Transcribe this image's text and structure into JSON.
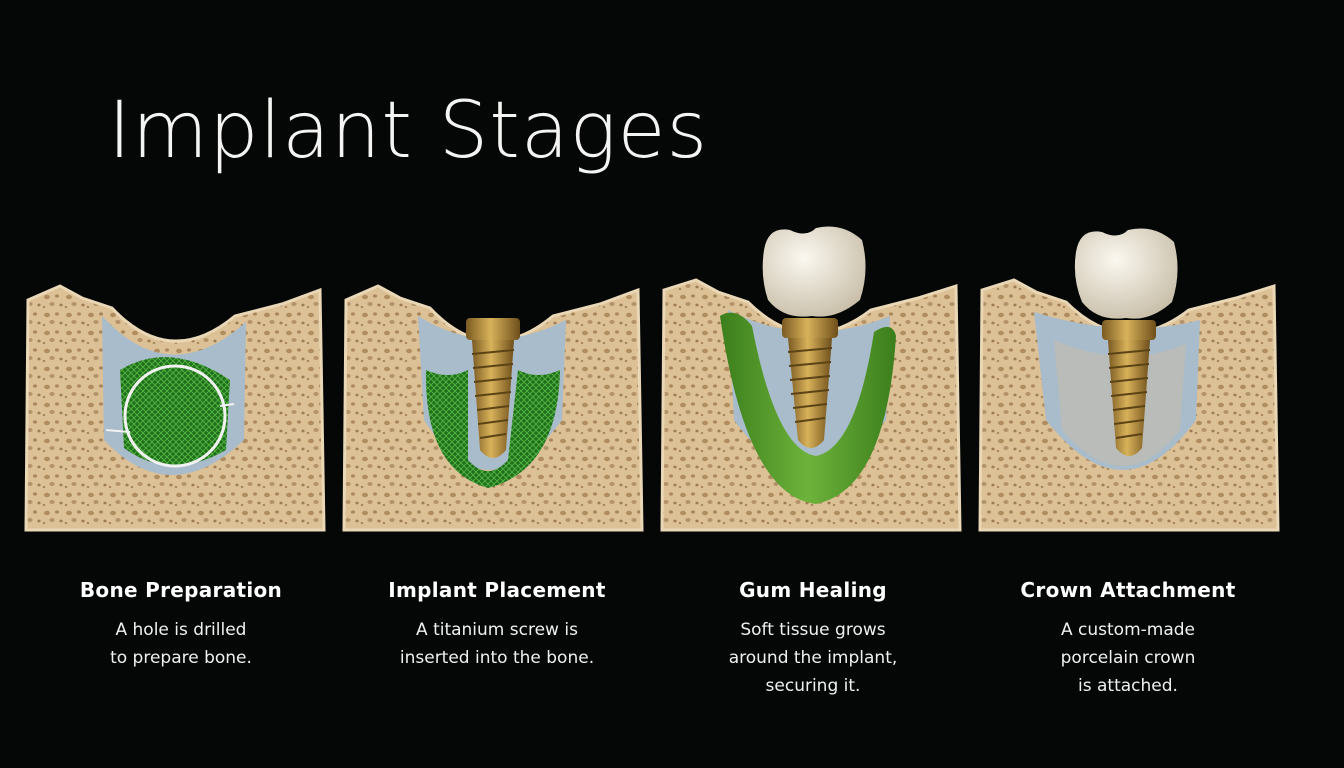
{
  "title": "Implant Stages",
  "colors": {
    "background": "#050606",
    "bone": "#d9bc94",
    "bone_pore": "#a98659",
    "tissue": "#a9bccb",
    "mesh_green": "#2f8a2a",
    "gum_green": "#4f9a2a",
    "titanium": "#b48a3a",
    "crown": "#ece5d6"
  },
  "stages": [
    {
      "heading": "Bone Preparation",
      "desc1": "A hole is drilled",
      "desc2": "to prepare bone.",
      "desc3": ""
    },
    {
      "heading": "Implant Placement",
      "desc1": "A titanium screw is",
      "desc2": "inserted into the bone.",
      "desc3": ""
    },
    {
      "heading": "Gum Healing",
      "desc1": "Soft tissue grows",
      "desc2": "around the implant,",
      "desc3": "securing it."
    },
    {
      "heading": "Crown Attachment",
      "desc1": "A custom-made",
      "desc2": "porcelain crown",
      "desc3": "is attached."
    }
  ]
}
